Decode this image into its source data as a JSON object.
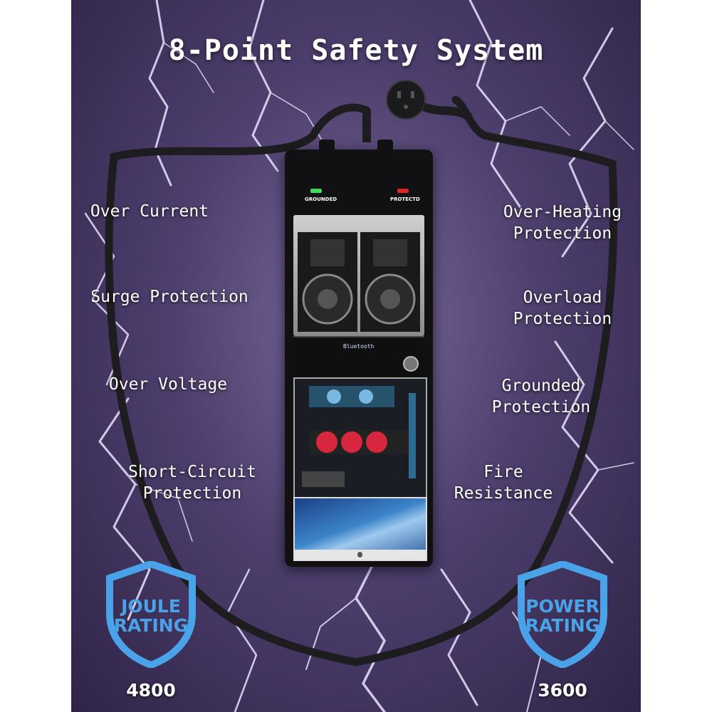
{
  "title": "8-Point Safety System",
  "features_left": [
    {
      "line1": "Over Current",
      "line2": ""
    },
    {
      "line1": "Surge Protection",
      "line2": ""
    },
    {
      "line1": "Over Voltage",
      "line2": ""
    },
    {
      "line1": "Short-Circuit",
      "line2": "Protection"
    }
  ],
  "features_right": [
    {
      "line1": "Over-Heating",
      "line2": "Protection"
    },
    {
      "line1": "Overload",
      "line2": "Protection"
    },
    {
      "line1": "Grounded",
      "line2": "Protection"
    },
    {
      "line1": "Fire",
      "line2": "Resistance"
    }
  ],
  "device": {
    "led_left_label": "GROUNDED",
    "led_right_label": "PROTECTD",
    "receiver_text": "Bluetooth"
  },
  "badges": {
    "joule": {
      "line1": "JOULE",
      "line2": "RATING",
      "value": "4800"
    },
    "power": {
      "line1": "POWER",
      "line2": "RATING",
      "value": "3600"
    }
  },
  "colors": {
    "accent_blue": "#4aa3e8",
    "led_green": "#3ddc56",
    "led_red": "#e02424",
    "background_purple": "#4e3f6e"
  }
}
